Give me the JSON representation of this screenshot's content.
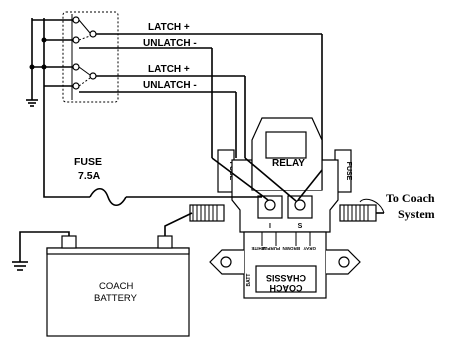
{
  "switch_labels": {
    "upper_latch": "LATCH +",
    "upper_unlatch": "UNLATCH -",
    "lower_latch": "LATCH +",
    "lower_unlatch": "UNLATCH -"
  },
  "fuse": {
    "label": "FUSE",
    "rating": "7.5A"
  },
  "relay": {
    "label": "RELAY",
    "left_fuse": "FUSE",
    "right_fuse": "FUSE",
    "terminal_i": "I",
    "terminal_s": "S",
    "chassis_label_1": "COACH",
    "chassis_label_2": "CHASSIS",
    "wire_white": "WHITE",
    "wire_purple": "PURPLE",
    "wire_brown": "BROWN",
    "wire_gray": "GRAY",
    "side_mark": "BATT"
  },
  "battery": {
    "line1": "COACH",
    "line2": "BATTERY"
  },
  "to_coach": {
    "line1": "To Coach",
    "line2": "System"
  }
}
